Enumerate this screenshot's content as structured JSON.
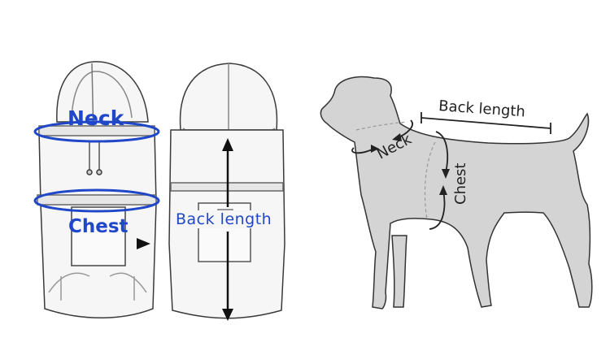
{
  "coat_front": {
    "neck_label": "Neck",
    "chest_label": "Chest"
  },
  "coat_back": {
    "back_length_label": "Back length"
  },
  "dog": {
    "back_length_label": "Back length",
    "neck_label": "Neck",
    "chest_label": "Chest"
  },
  "colors": {
    "label_blue": "#1f47c8",
    "dog_fill": "#d4d4d4",
    "outline": "#2a2a2a"
  }
}
